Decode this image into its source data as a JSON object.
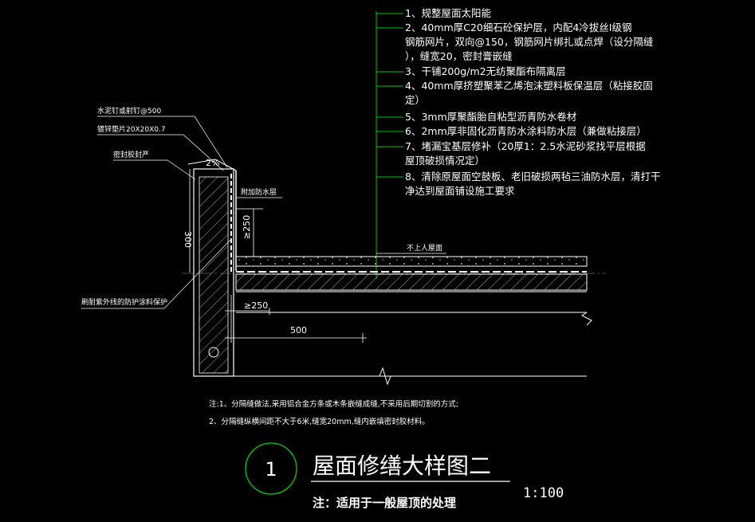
{
  "layer_callouts": [
    "1、规整屋面太阳能",
    "2、40mm厚C20细石砼保护层，内配4冷拔丝Ⅰ级钢",
    "钢筋网片，双向@150，钢筋网片绑扎或点焊（设分隔缝",
    "），缝宽20，密封膏嵌缝",
    "3、干铺200g/m2无纺聚酯布隔离层",
    "4、40mm厚挤塑聚苯乙烯泡沫塑料板保温层（粘接胶固",
    "定）",
    "5、3mm厚聚酯胎自粘型沥青防水卷材",
    "6、2mm厚非固化沥青防水涂料防水层（兼做粘接层）",
    "7、堵漏宝基层修补（20厚1：2.5水泥砂浆找平层根据",
    "屋顶破损情况定）",
    "8、清除原屋面空鼓板、老旧破损两毡三油防水层，清打干",
    "净达到屋面铺设施工要求"
  ],
  "left_labels": {
    "nail": "水泥钉或射钉@500",
    "washer": "镀锌垫片20X20X0.7",
    "sealant": "密封胶封严",
    "coating": "刷耐紫外线的防护涂料保护"
  },
  "slope_label": "2%",
  "extra_layer_label": "附加防水层",
  "roof_label": "不上人屋面",
  "dimensions": {
    "parapet_height": "300",
    "upturn_height": "≥250",
    "horizontal_extent": "≥250",
    "horizontal_500": "500"
  },
  "notes": [
    "注:1、分隔缝做法,采用铝合金方条或木条嵌缝成缝,不采用后期切割的方式;",
    "2、分隔缝纵横间距不大于6米,缝宽20mm,缝内嵌填密封胶材料。"
  ],
  "title": {
    "number": "1",
    "name": "屋面修缮大样图二",
    "subtitle": "注：适用于一般屋顶的处理",
    "scale": "1:100"
  },
  "colors": {
    "background": "#000000",
    "leader_green": "#00c800",
    "line_white": "#ffffff",
    "circle_green": "#00d000"
  }
}
